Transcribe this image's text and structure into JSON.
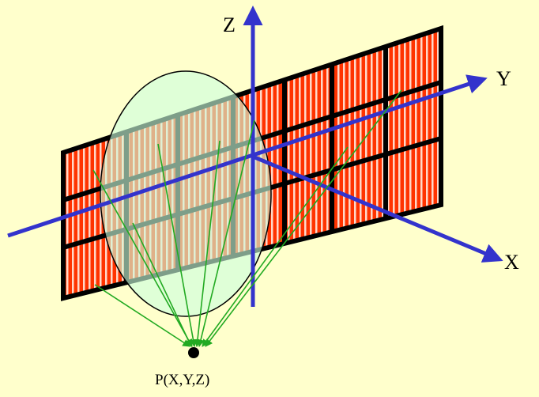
{
  "axes": {
    "z_label": "Z",
    "y_label": "Y",
    "x_label": "X"
  },
  "point": {
    "label": "P(X,Y,Z)"
  },
  "colors": {
    "background": "#ffffcc",
    "axis": "#3333cc",
    "panel_frame": "#000000",
    "panel_fill": "#ff3300",
    "panel_stripe": "#ffd0c0",
    "ellipse_fill": "#ccffdd",
    "ray": "#22aa22"
  }
}
